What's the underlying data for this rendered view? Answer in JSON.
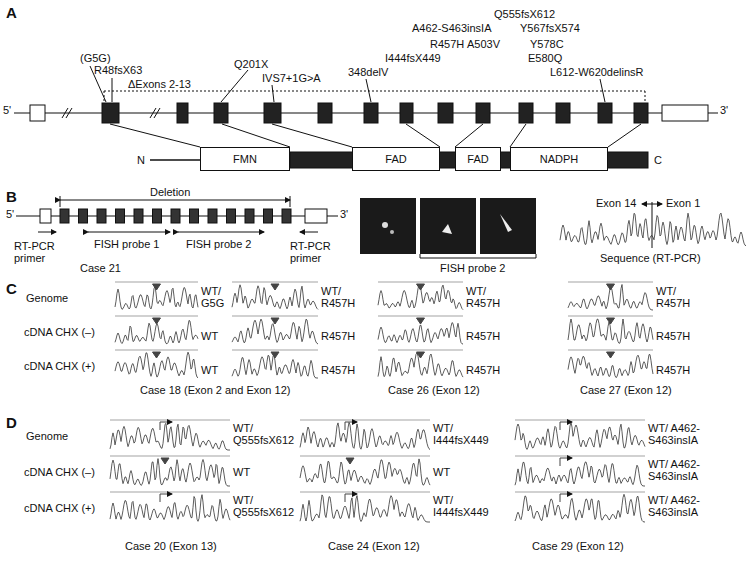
{
  "diagram": {
    "nodes": [
      {
        "text": [
          "FMN"
        ]
      },
      {
        "text": [
          "FAD"
        ]
      },
      {
        "text": [
          "FAD"
        ]
      },
      {
        "text": [
          "NADPH"
        ]
      }
    ],
    "labels": [
      "A",
      "(G5G)",
      "R48fsX63",
      "ΔExons 2-13",
      "Q201X",
      "IVS7+1G>A",
      "348delV",
      "I444fsX449",
      "A462-S463insIA",
      "R457H",
      "A503V",
      "Q555fsX612",
      "Y567fsX574",
      "Y578C",
      "E580Q",
      "L612-W620delinsR",
      "5'",
      "3'",
      "N",
      "C",
      "B",
      "5'",
      "Deletion",
      "3'",
      "RT-PCR primer",
      "FISH probe 1",
      "FISH probe 2",
      "RT-PCR primer",
      "Case 21",
      "FISH probe 2",
      "Exon 14",
      "Exon 1",
      "Sequence (RT-PCR)",
      "C",
      "Genome",
      "cDNA CHX (–)",
      "cDNA CHX (+)",
      "WT/ G5G",
      "WT",
      "WT",
      "WT/ R457H",
      "R457H",
      "R457H",
      "WT/ R457H",
      "R457H",
      "R457H",
      "WT/ R457H",
      "R457H",
      "R457H",
      "Case 18 (Exon 2 and Exon 12)",
      "Case 26 (Exon 12)",
      "Case 27 (Exon 12)",
      "D",
      "Genome",
      "cDNA CHX (–)",
      "cDNA CHX (+)",
      "WT/ Q555fsX612",
      "WT",
      "WT/ Q555fsX612",
      "WT/ I444fsX449",
      "WT",
      "WT/ I444fsX449",
      "WT/ A462-S463insIA",
      "WT/ A462-S463insIA",
      "WT/ A462-S463insIA",
      "Case 20 (Exon 13)",
      "Case 24 (Exon 12)",
      "Case 29 (Exon 12)"
    ]
  }
}
